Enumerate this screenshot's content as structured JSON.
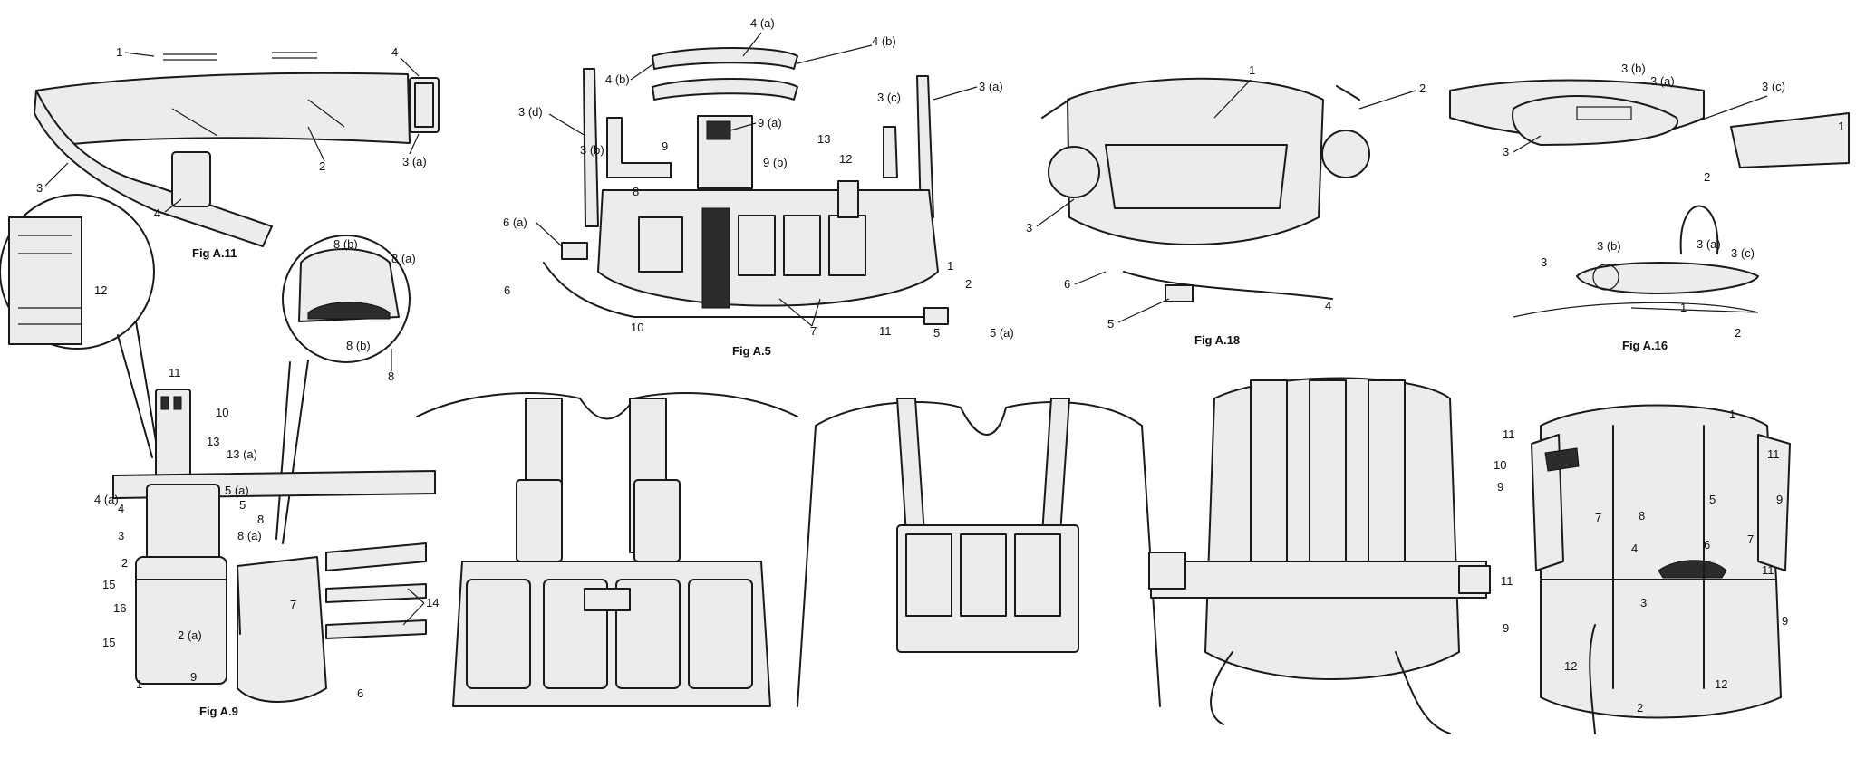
{
  "figures": {
    "a11": {
      "caption": "Fig A.11",
      "labels": [
        "1",
        "2",
        "3",
        "3 (a)",
        "4",
        "4"
      ]
    },
    "a9": {
      "caption": "Fig A.9",
      "labels": [
        "11",
        "10",
        "13",
        "13 (a)",
        "4 (a)",
        "4",
        "5 (a)",
        "5",
        "3",
        "8 (a)",
        "8",
        "2",
        "7",
        "15",
        "16",
        "15",
        "2 (a)",
        "1",
        "9",
        "6",
        "14",
        "12",
        "8 (b)",
        "8 (a)",
        "8 (b)",
        "8"
      ]
    },
    "a5": {
      "caption": "Fig A.5",
      "labels": [
        "4 (a)",
        "4 (b)",
        "4 (b)",
        "3 (a)",
        "3 (d)",
        "3 (c)",
        "3 (b)",
        "9 (a)",
        "9",
        "9 (b)",
        "13",
        "12",
        "8",
        "6 (a)",
        "1",
        "2",
        "6",
        "10",
        "7",
        "11",
        "5",
        "5 (a)"
      ]
    },
    "a18": {
      "caption": "Fig A.18",
      "labels": [
        "1",
        "2",
        "3",
        "6",
        "5",
        "4"
      ]
    },
    "a16": {
      "caption": "Fig A.16",
      "labels": [
        "3 (b)",
        "3 (a)",
        "3 (c)",
        "1",
        "3",
        "2",
        "3 (b)",
        "3 (a)",
        "3 (c)",
        "3",
        "1",
        "2"
      ]
    },
    "pack": {
      "labels": [
        "1",
        "11",
        "11",
        "10",
        "9",
        "9",
        "5",
        "7",
        "8",
        "6",
        "7",
        "4",
        "3",
        "11",
        "11",
        "9",
        "9",
        "12",
        "12",
        "2"
      ]
    }
  }
}
